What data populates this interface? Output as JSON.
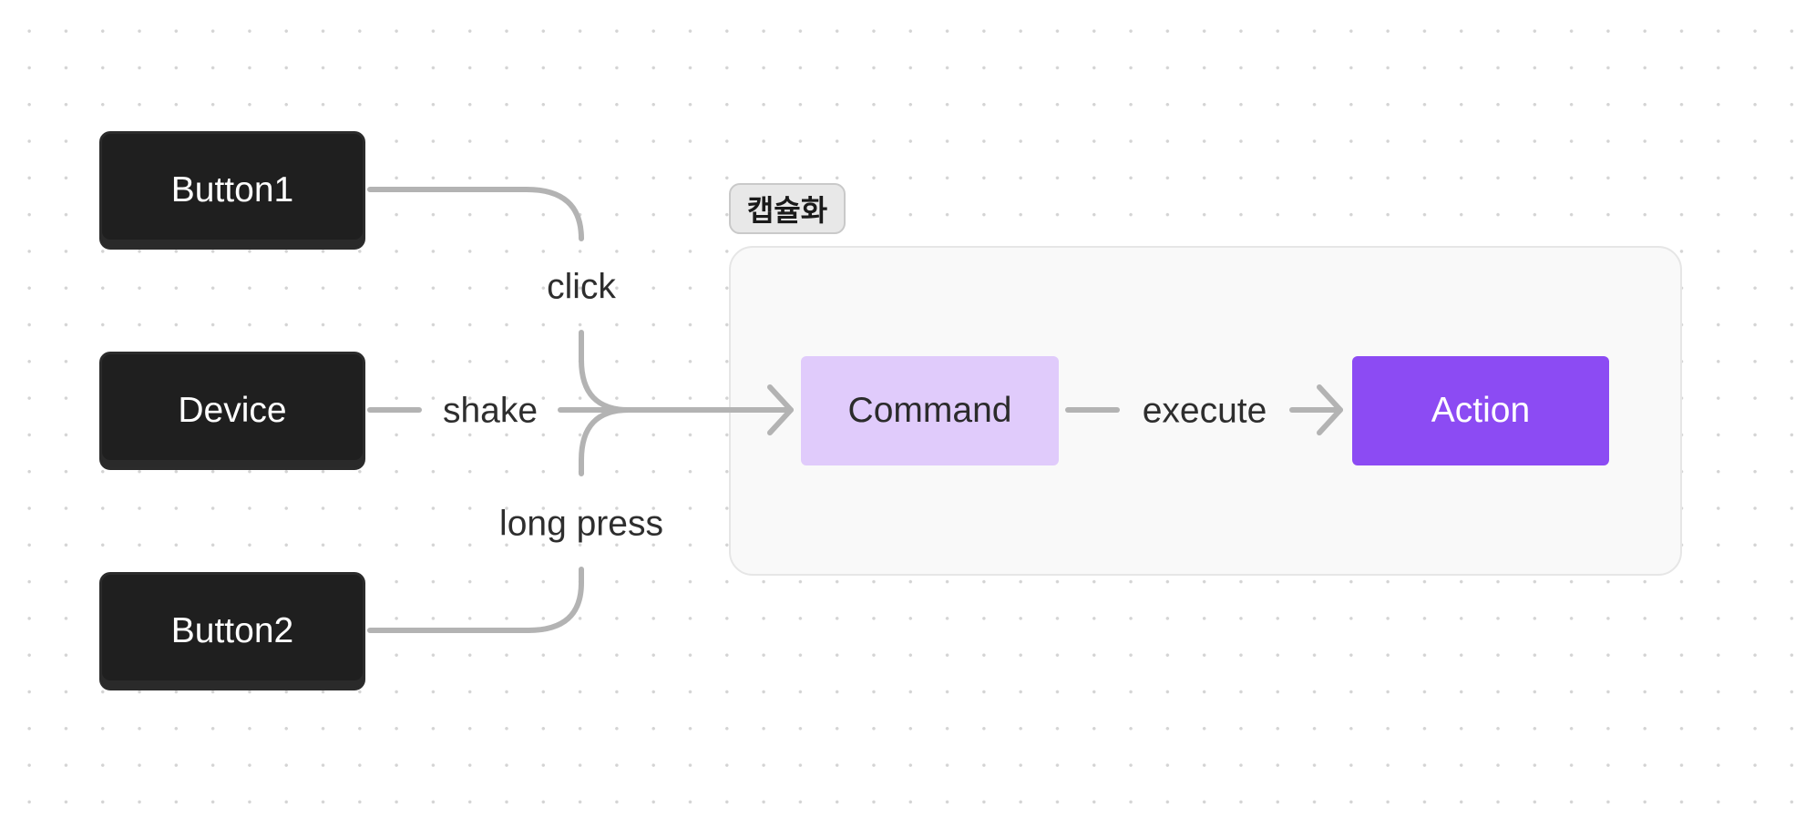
{
  "diagram": {
    "group": {
      "label": "캡슐화"
    },
    "nodes": {
      "button1": "Button1",
      "device": "Device",
      "button2": "Button2",
      "command": "Command",
      "action": "Action"
    },
    "edges": {
      "click": "click",
      "shake": "shake",
      "long_press": "long press",
      "execute": "execute"
    }
  },
  "colors": {
    "dark_node": "#1f1f1f",
    "command_node": "#e0cbfb",
    "action_node": "#8c4bf3",
    "edge": "#b3b3b3",
    "group_background": "#f9f9f9"
  }
}
